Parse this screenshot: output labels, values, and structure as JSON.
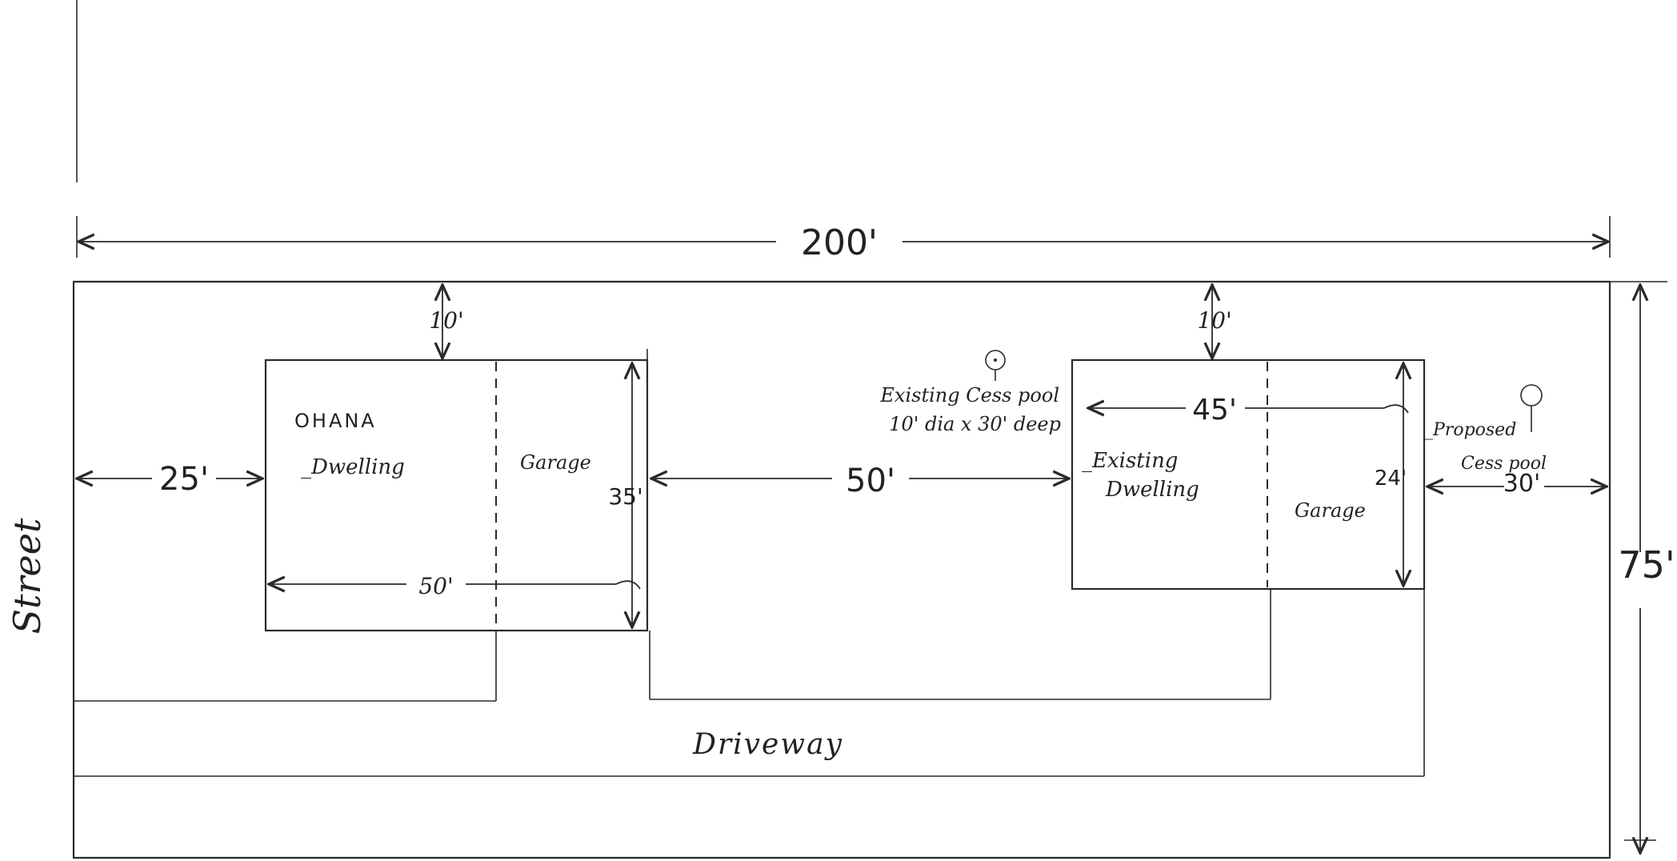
{
  "plan": {
    "lot_width": "200'",
    "lot_depth": "75'",
    "street_label": "Street",
    "driveway_label": "Driveway",
    "ohana": {
      "title": "OHANA",
      "subtitle": "_Dwelling",
      "garage": "Garage",
      "front_setback": "25'",
      "top_setback": "10'",
      "width": "50'",
      "depth": "35'"
    },
    "between_buildings": "50'",
    "existing": {
      "title": "_Existing",
      "subtitle": "Dwelling",
      "garage": "Garage",
      "top_setback": "10'",
      "width": "45'",
      "depth": "24'",
      "rear_setback": "30'"
    },
    "existing_cesspool": {
      "line1": "Existing Cess pool",
      "line2": "10' dia x 30' deep"
    },
    "proposed_cesspool": {
      "line1": "_Proposed",
      "line2": "Cess pool"
    }
  }
}
